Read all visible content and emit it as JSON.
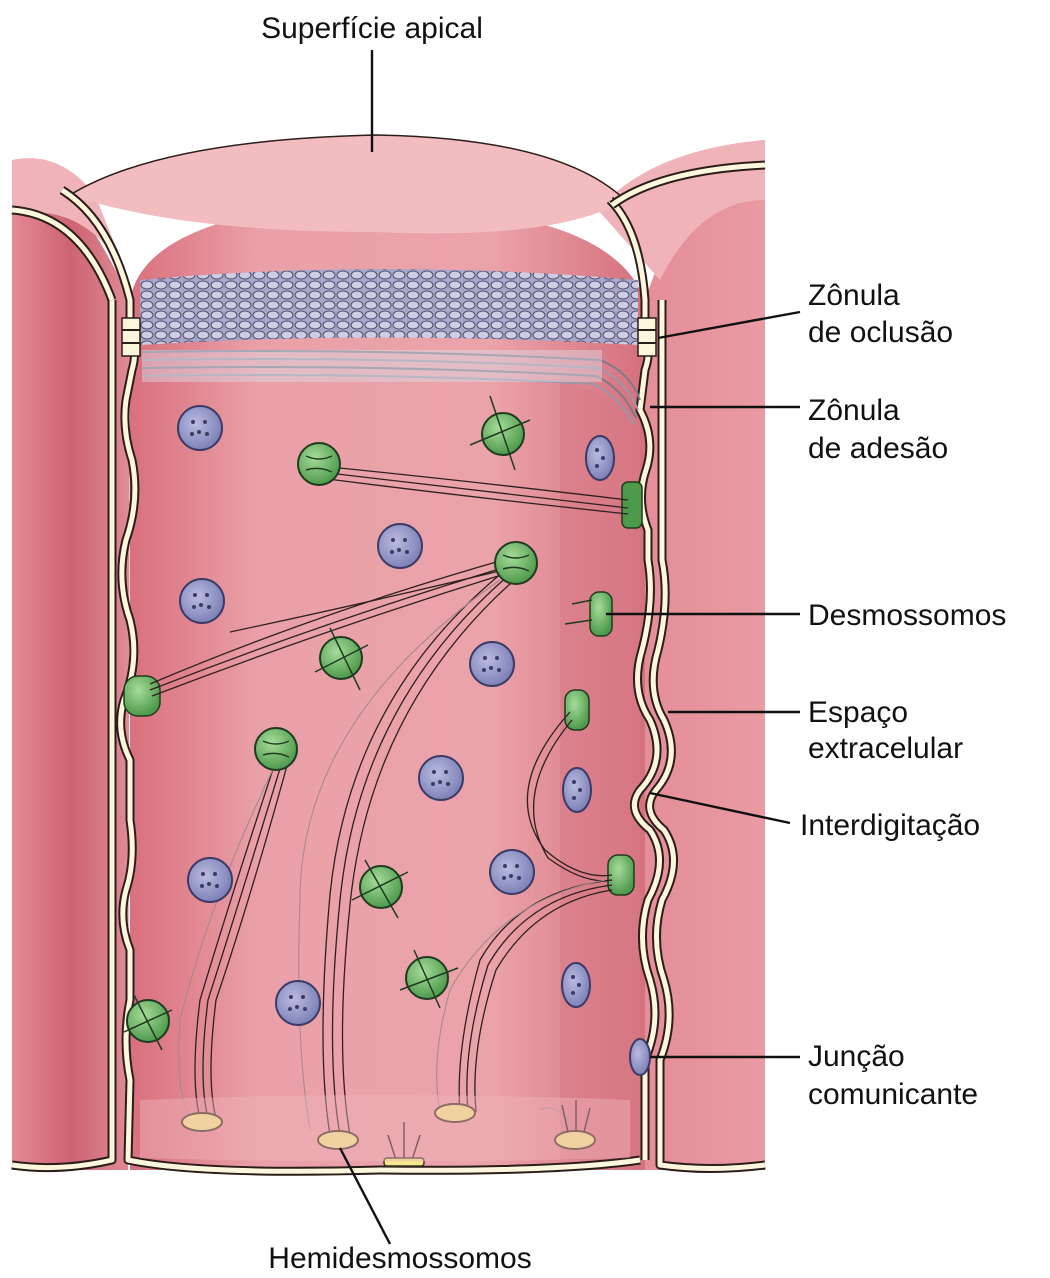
{
  "labels": {
    "apical_surface": "Superfície apical",
    "tight_junction_line1": "Zônula",
    "tight_junction_line2": "de oclusão",
    "adherens_junction_line1": "Zônula",
    "adherens_junction_line2": "de adesão",
    "desmosomes": "Desmossomos",
    "extracellular_space_line1": "Espaço",
    "extracellular_space_line2": "extracelular",
    "interdigitation": "Interdigitação",
    "gap_junction_line1": "Junção",
    "gap_junction_line2": "comunicante",
    "hemidesmosomes": "Hemidesmossomos"
  },
  "colors": {
    "cell_pink": "#e79aa2",
    "cell_dark": "#c9616f",
    "desmosome_green": "#6fbf6a",
    "gap_junction_purple": "#8f91c4",
    "hemidesmosome_yellow": "#f4ea8c",
    "membrane_cream": "#fbf6dc"
  }
}
